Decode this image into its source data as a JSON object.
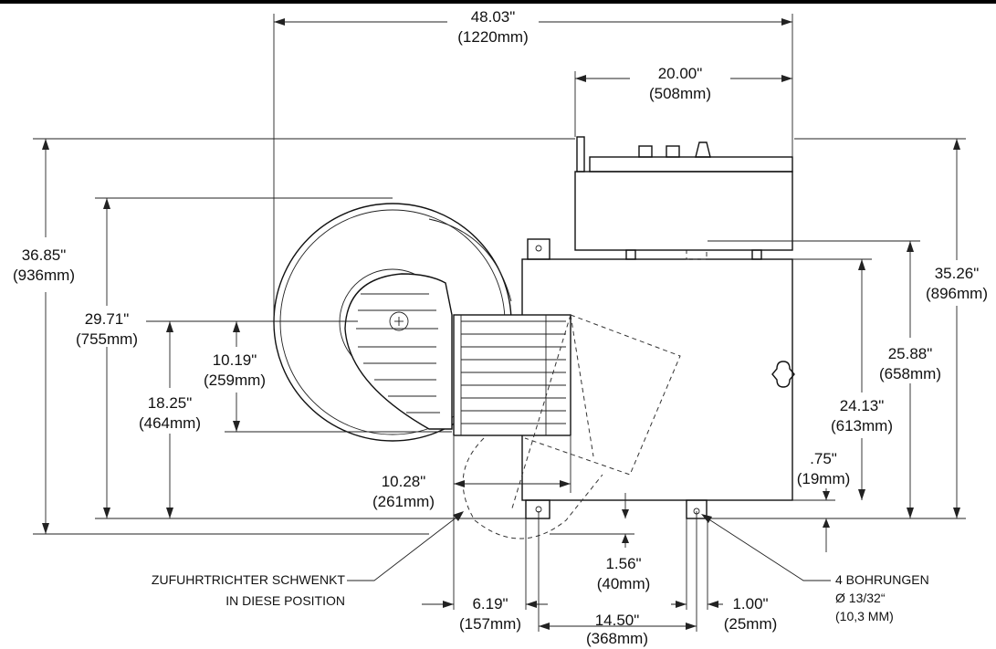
{
  "dimensions": {
    "overall_width": {
      "in": "48.03\"",
      "mm": "(1220mm)"
    },
    "control_box_width": {
      "in": "20.00\"",
      "mm": "(508mm)"
    },
    "overall_height": {
      "in": "36.85\"",
      "mm": "(936mm)"
    },
    "right_height": {
      "in": "35.26\"",
      "mm": "(896mm)"
    },
    "hopper_height": {
      "in": "29.71\"",
      "mm": "(755mm)"
    },
    "body_height": {
      "in": "25.88\"",
      "mm": "(658mm)"
    },
    "body_inner_height": {
      "in": "24.13\"",
      "mm": "(613mm)"
    },
    "center_height": {
      "in": "18.25\"",
      "mm": "(464mm)"
    },
    "grate_height": {
      "in": "10.19\"",
      "mm": "(259mm)"
    },
    "grate_width": {
      "in": "10.28\"",
      "mm": "(261mm)"
    },
    "foot_offset": {
      "in": ".75\"",
      "mm": "(19mm)"
    },
    "foot_drop": {
      "in": "1.56\"",
      "mm": "(40mm)"
    },
    "left_offset": {
      "in": "6.19\"",
      "mm": "(157mm)"
    },
    "right_offset": {
      "in": "1.00\"",
      "mm": "(25mm)"
    },
    "hole_spacing": {
      "in": "14.50\"",
      "mm": "(368mm)"
    }
  },
  "notes": {
    "hopper_line1": "ZUFUHRTRICHTER SCHWENKT",
    "hopper_line2": "IN DIESE POSITION",
    "holes_line1": "4 BOHRUNGEN",
    "holes_line2": "Ø 13/32“",
    "holes_line3": "(10,3 MM)"
  }
}
